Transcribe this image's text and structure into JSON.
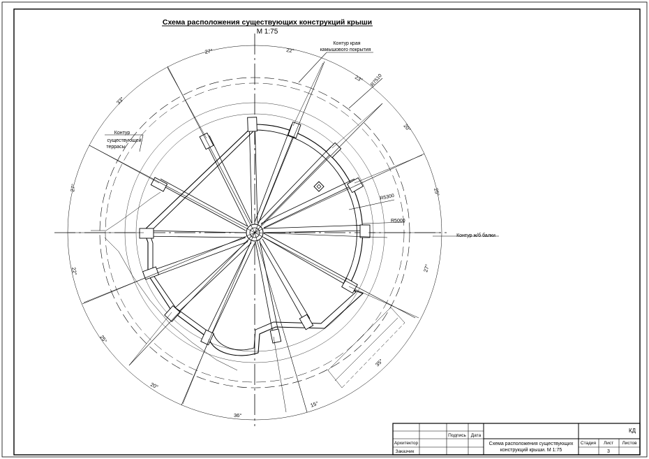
{
  "title": "Схема расположения существующих конструкций крыши",
  "scale": "М 1:75",
  "labels": {
    "reed_roof_line1": "Контур края",
    "reed_roof_line2": "камышового покрытия",
    "terrace_line1": "Контур",
    "terrace_line2": "существующей",
    "terrace_line3": "террасы",
    "beam": "Контур ж/б балки",
    "r7510": "R7510",
    "r5300": "R5300",
    "r5000": "R5000"
  },
  "angles": {
    "a27_top": "27°",
    "a22_top": "22°",
    "a23": "23°",
    "a20_right": "20°",
    "a25_right": "25°",
    "a27_right": "27°",
    "a35": "35°",
    "a15": "15°",
    "a36": "36°",
    "a20_bottom": "20°",
    "a25_left": "25°",
    "a22_left": "22°",
    "a27_left": "27°",
    "a33": "33°"
  },
  "stamp": {
    "signature": "Подпись",
    "date": "Дата",
    "architect": "Архитектор",
    "customer": "Заказчик",
    "drawing_title_line1": "Схема расположения существующих",
    "drawing_title_line2": "конструкций крыши. М 1:75",
    "stage": "Стадия",
    "sheet": "Лист",
    "sheets": "Листов",
    "code": "КД",
    "sheet_number": "3"
  }
}
